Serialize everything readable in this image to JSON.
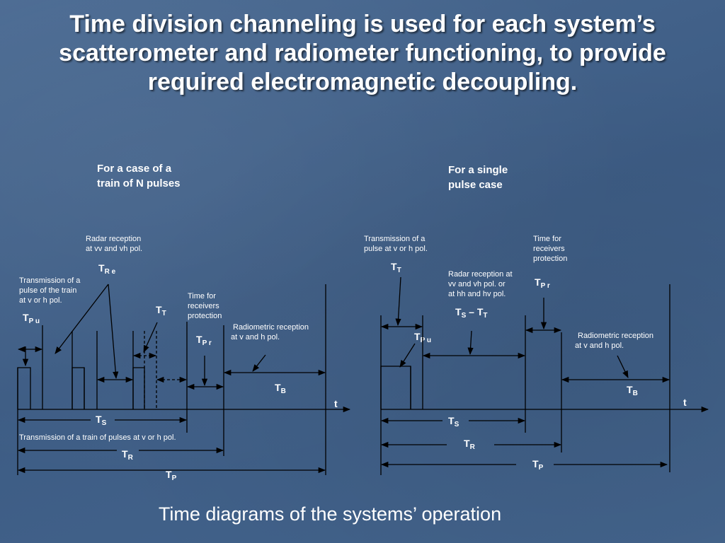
{
  "title": "Time division channeling is used for each system’s scatterometer and radiometer functioning, to provide required electromagnetic decoupling.",
  "caption": "Time diagrams of the systems’ operation",
  "left": {
    "header": [
      "For a case of  a",
      "train of  N  pulses"
    ],
    "radar_reception": [
      "Radar reception",
      "at  vv and vh pol."
    ],
    "transmission_train": [
      "Transmission of a",
      "pulse of the train",
      "at  v  or h pol."
    ],
    "time_for_receivers": [
      "Time for",
      "receivers",
      "protection"
    ],
    "radiometric_reception": [
      "Radiometric reception",
      "at v and h pol."
    ],
    "transmission_of_train_pulses": "Transmission of a train of pulses at  v  or h pol.",
    "axis_t": "t"
  },
  "right": {
    "header": [
      "For a single",
      "pulse case"
    ],
    "transmission_pulse": [
      "Transmission  of  a",
      "pulse  at v  or h pol."
    ],
    "time_for_receivers": [
      "Time for",
      "receivers",
      "protection"
    ],
    "radar_reception": [
      "Radar reception at",
      "vv and vh pol. or",
      "at hh  and hv pol."
    ],
    "radiometric_reception": [
      "Radiometric reception",
      "at v and h pol."
    ],
    "axis_t": "t"
  },
  "symbols": {
    "T": "T",
    "sub_Re": "R e",
    "sub_T": "T",
    "sub_Pu": "P u",
    "sub_Pr": "P r",
    "sub_B": "B",
    "sub_S": "S",
    "sub_R": "R",
    "sub_P": "P",
    "dash": " – "
  }
}
